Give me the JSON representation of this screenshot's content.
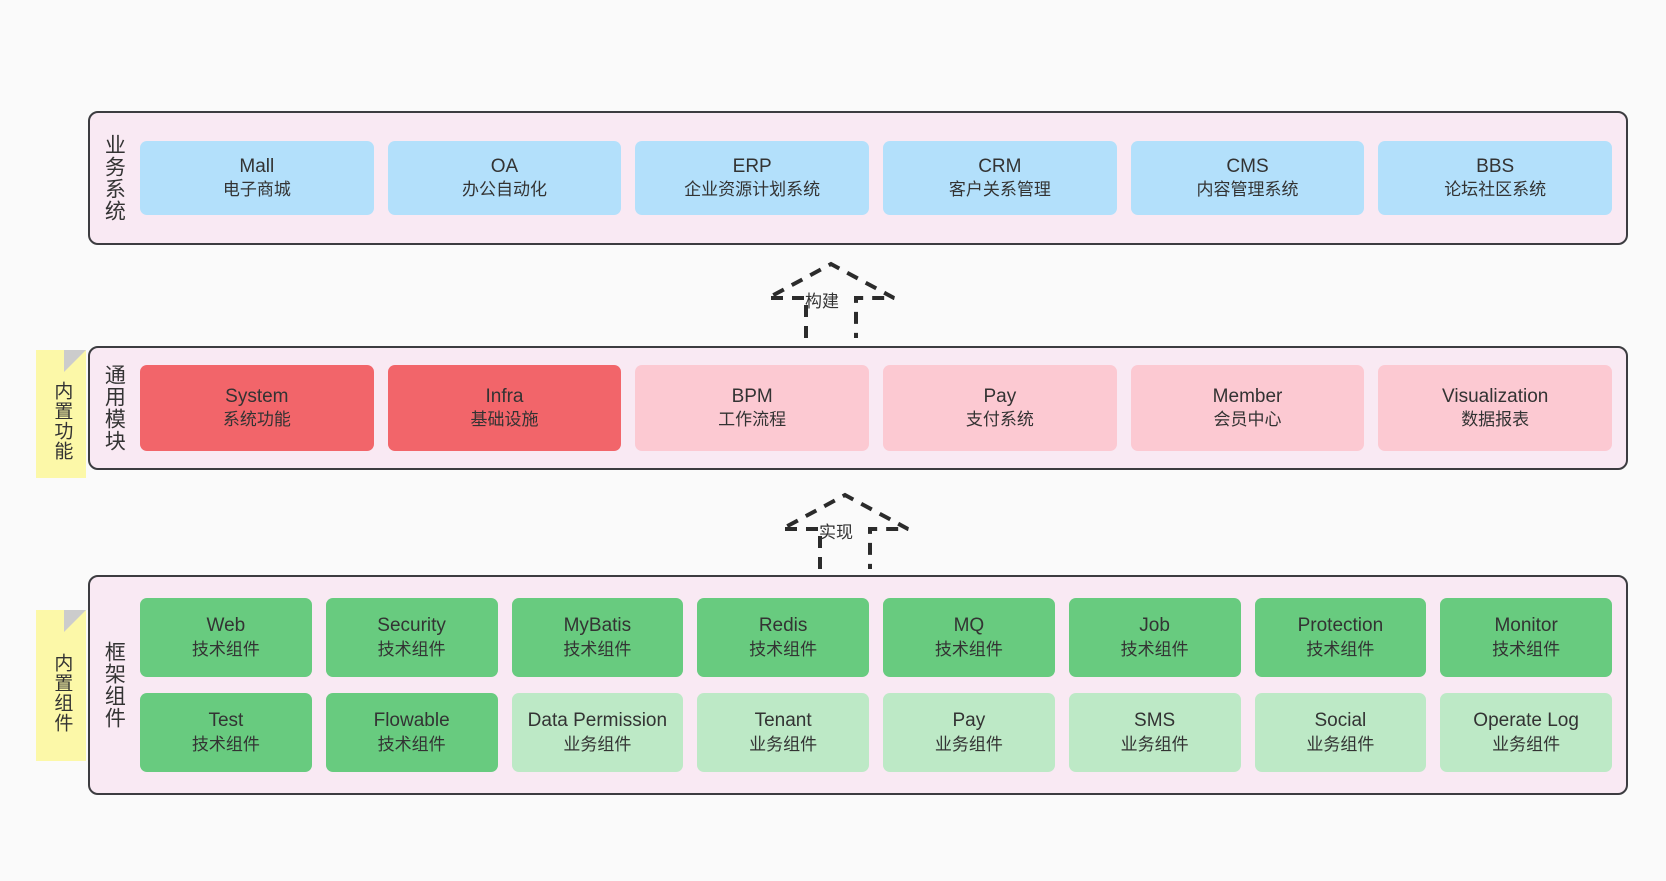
{
  "layers": [
    {
      "id": "business",
      "vertical_label": "业务系统",
      "rows": [
        {
          "cells": [
            {
              "title": "Mall",
              "subtitle": "电子商城",
              "color": "#b3e0fb",
              "style": "c-blue"
            },
            {
              "title": "OA",
              "subtitle": "办公自动化",
              "color": "#b3e0fb",
              "style": "c-blue"
            },
            {
              "title": "ERP",
              "subtitle": "企业资源计划系统",
              "color": "#b3e0fb",
              "style": "c-blue"
            },
            {
              "title": "CRM",
              "subtitle": "客户关系管理",
              "color": "#b3e0fb",
              "style": "c-blue"
            },
            {
              "title": "CMS",
              "subtitle": "内容管理系统",
              "color": "#b3e0fb",
              "style": "c-blue"
            },
            {
              "title": "BBS",
              "subtitle": "论坛社区系统",
              "color": "#b3e0fb",
              "style": "c-blue"
            }
          ]
        }
      ]
    },
    {
      "id": "modules",
      "vertical_label": "通用模块",
      "note": "内置功能",
      "rows": [
        {
          "cells": [
            {
              "title": "System",
              "subtitle": "系统功能",
              "color": "#f2656a",
              "style": "c-red"
            },
            {
              "title": "Infra",
              "subtitle": "基础设施",
              "color": "#f2656a",
              "style": "c-red"
            },
            {
              "title": "BPM",
              "subtitle": "工作流程",
              "color": "#fcc9d2",
              "style": "c-pink"
            },
            {
              "title": "Pay",
              "subtitle": "支付系统",
              "color": "#fcc9d2",
              "style": "c-pink"
            },
            {
              "title": "Member",
              "subtitle": "会员中心",
              "color": "#fcc9d2",
              "style": "c-pink"
            },
            {
              "title": "Visualization",
              "subtitle": "数据报表",
              "color": "#fcc9d2",
              "style": "c-pink"
            }
          ]
        }
      ]
    },
    {
      "id": "framework",
      "vertical_label": "框架组件",
      "note": "内置组件",
      "rows": [
        {
          "cells": [
            {
              "title": "Web",
              "subtitle": "技术组件",
              "color": "#68cb7f",
              "style": "c-green"
            },
            {
              "title": "Security",
              "subtitle": "技术组件",
              "color": "#68cb7f",
              "style": "c-green"
            },
            {
              "title": "MyBatis",
              "subtitle": "技术组件",
              "color": "#68cb7f",
              "style": "c-green"
            },
            {
              "title": "Redis",
              "subtitle": "技术组件",
              "color": "#68cb7f",
              "style": "c-green"
            },
            {
              "title": "MQ",
              "subtitle": "技术组件",
              "color": "#68cb7f",
              "style": "c-green"
            },
            {
              "title": "Job",
              "subtitle": "技术组件",
              "color": "#68cb7f",
              "style": "c-green"
            },
            {
              "title": "Protection",
              "subtitle": "技术组件",
              "color": "#68cb7f",
              "style": "c-green"
            },
            {
              "title": "Monitor",
              "subtitle": "技术组件",
              "color": "#68cb7f",
              "style": "c-green"
            }
          ]
        },
        {
          "cells": [
            {
              "title": "Test",
              "subtitle": "技术组件",
              "color": "#68cb7f",
              "style": "c-green"
            },
            {
              "title": "Flowable",
              "subtitle": "技术组件",
              "color": "#68cb7f",
              "style": "c-green"
            },
            {
              "title": "Data Permission",
              "subtitle": "业务组件",
              "color": "#bde9c6",
              "style": "c-greenlt"
            },
            {
              "title": "Tenant",
              "subtitle": "业务组件",
              "color": "#bde9c6",
              "style": "c-greenlt"
            },
            {
              "title": "Pay",
              "subtitle": "业务组件",
              "color": "#bde9c6",
              "style": "c-greenlt"
            },
            {
              "title": "SMS",
              "subtitle": "业务组件",
              "color": "#bde9c6",
              "style": "c-greenlt"
            },
            {
              "title": "Social",
              "subtitle": "业务组件",
              "color": "#bde9c6",
              "style": "c-greenlt"
            },
            {
              "title": "Operate Log",
              "subtitle": "业务组件",
              "color": "#bde9c6",
              "style": "c-greenlt"
            }
          ]
        }
      ]
    }
  ],
  "arrows": [
    {
      "id": "build",
      "label": "构建"
    },
    {
      "id": "implement",
      "label": "实现"
    }
  ],
  "colors": {
    "band_background": "#f9e9f3",
    "band_border": "#3c3c40",
    "note_background": "#fcf8a8",
    "note_fold": "#cccccc",
    "page_background": "#fafafa",
    "arrow_stroke": "#2b2b2b"
  }
}
